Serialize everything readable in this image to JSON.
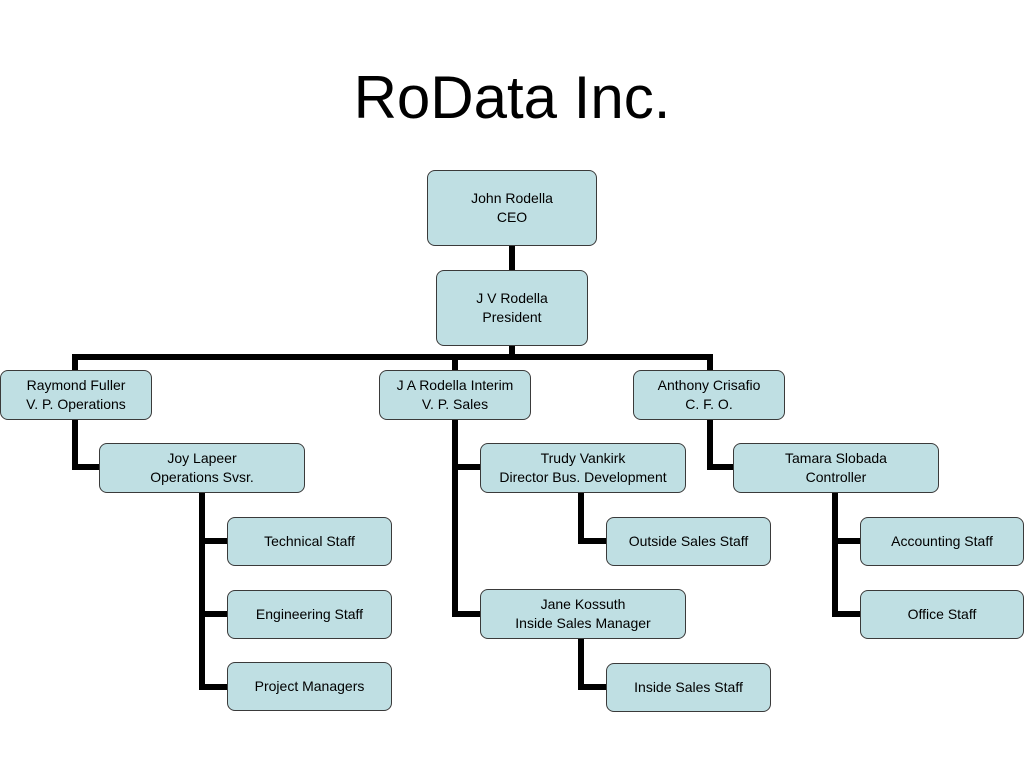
{
  "title": "RoData Inc.",
  "colors": {
    "node_fill": "#bfdfe3",
    "node_border": "#3a3a3a",
    "connector": "#000000"
  },
  "nodes": {
    "ceo": {
      "name": "John Rodella",
      "role": "CEO"
    },
    "president": {
      "name": "J V Rodella",
      "role": "President"
    },
    "vp_operations": {
      "name": "Raymond Fuller",
      "role": "V. P. Operations"
    },
    "vp_sales": {
      "name": "J A Rodella Interim",
      "role": "V. P. Sales"
    },
    "cfo": {
      "name": "Anthony Crisafio",
      "role": "C. F. O."
    },
    "ops_supervisor": {
      "name": "Joy Lapeer",
      "role": "Operations Svsr."
    },
    "dir_bus_dev": {
      "name": "Trudy Vankirk",
      "role": "Director Bus. Development"
    },
    "inside_sales_mgr": {
      "name": "Jane Kossuth",
      "role": "Inside Sales Manager"
    },
    "controller": {
      "name": "Tamara Slobada",
      "role": "Controller"
    },
    "technical_staff": {
      "label": "Technical Staff"
    },
    "engineering_staff": {
      "label": "Engineering Staff"
    },
    "project_managers": {
      "label": "Project Managers"
    },
    "outside_sales_staff": {
      "label": "Outside Sales Staff"
    },
    "inside_sales_staff": {
      "label": "Inside Sales Staff"
    },
    "accounting_staff": {
      "label": "Accounting Staff"
    },
    "office_staff": {
      "label": "Office Staff"
    }
  },
  "edges": [
    [
      "ceo",
      "president"
    ],
    [
      "president",
      "vp_operations"
    ],
    [
      "president",
      "vp_sales"
    ],
    [
      "president",
      "cfo"
    ],
    [
      "vp_operations",
      "ops_supervisor"
    ],
    [
      "ops_supervisor",
      "technical_staff"
    ],
    [
      "ops_supervisor",
      "engineering_staff"
    ],
    [
      "ops_supervisor",
      "project_managers"
    ],
    [
      "vp_sales",
      "dir_bus_dev"
    ],
    [
      "vp_sales",
      "inside_sales_mgr"
    ],
    [
      "dir_bus_dev",
      "outside_sales_staff"
    ],
    [
      "inside_sales_mgr",
      "inside_sales_staff"
    ],
    [
      "cfo",
      "controller"
    ],
    [
      "controller",
      "accounting_staff"
    ],
    [
      "controller",
      "office_staff"
    ]
  ]
}
